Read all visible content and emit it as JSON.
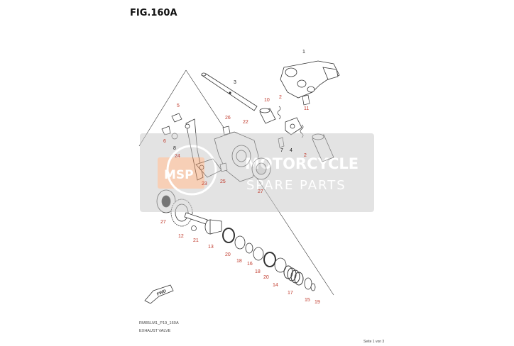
{
  "figure": {
    "title": "FIG.160A",
    "code": "RM85LM1_P19_160A",
    "caption": "EXHAUST VALVE",
    "page": "Seite 1 von 3"
  },
  "watermark": {
    "line1": "MOTORCYCLE",
    "line2": "SPARE PARTS",
    "badge": "MSP"
  },
  "direction_label": "FWD",
  "colors": {
    "callout_red": "#c0392b",
    "callout_black": "#222222",
    "watermark_box": "#c8c8c8",
    "watermark_badge": "#f0a070"
  },
  "callouts": [
    {
      "label": "1"
    },
    {
      "label": "2"
    },
    {
      "label": "2"
    },
    {
      "label": "3"
    },
    {
      "label": "4"
    },
    {
      "label": "5"
    },
    {
      "label": "6"
    },
    {
      "label": "7"
    },
    {
      "label": "8"
    },
    {
      "label": "10"
    },
    {
      "label": "11"
    },
    {
      "label": "12"
    },
    {
      "label": "13"
    },
    {
      "label": "14"
    },
    {
      "label": "15"
    },
    {
      "label": "16"
    },
    {
      "label": "17"
    },
    {
      "label": "18"
    },
    {
      "label": "18"
    },
    {
      "label": "19"
    },
    {
      "label": "20"
    },
    {
      "label": "20"
    },
    {
      "label": "21"
    },
    {
      "label": "22"
    },
    {
      "label": "23"
    },
    {
      "label": "24"
    },
    {
      "label": "25"
    },
    {
      "label": "26"
    },
    {
      "label": "27"
    },
    {
      "label": "27"
    }
  ]
}
